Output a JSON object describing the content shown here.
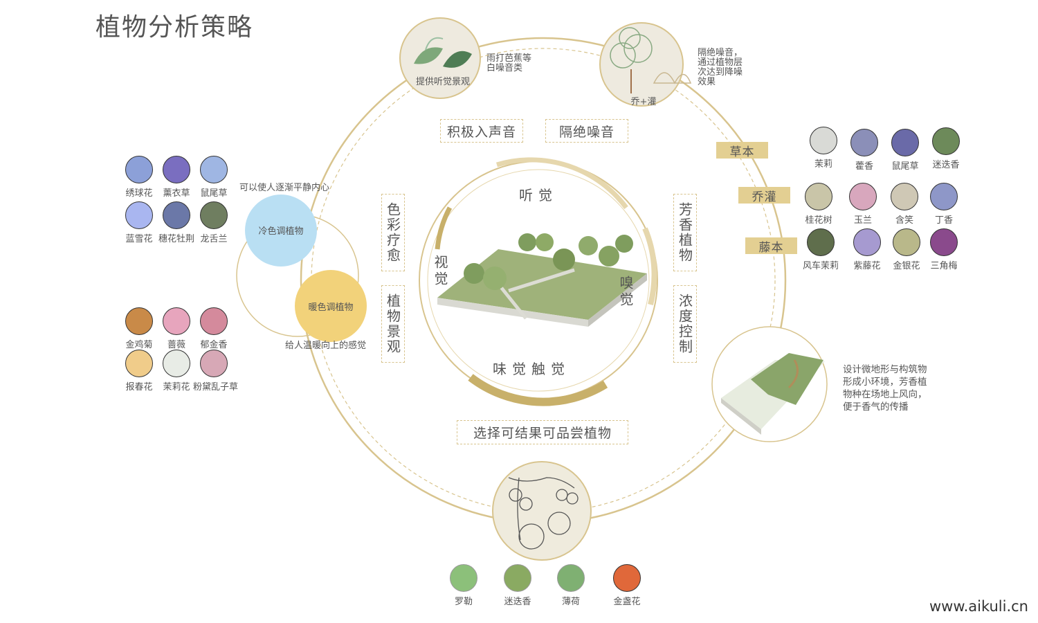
{
  "title": "植物分析策略",
  "tags": {
    "active_sound": "积极入声音",
    "block_noise": "隔绝噪音",
    "color_heal": "色彩疗愈",
    "plant_view": "植物景观",
    "aroma_plant": "芳香植物",
    "density": "浓度控制",
    "edible": "选择可结果可品尝植物"
  },
  "senses": {
    "hearing": "听觉",
    "sight": "视觉",
    "smell": "嗅觉",
    "taste_touch": "味觉触觉"
  },
  "top_left_bubble": {
    "label": "提供听觉景观",
    "note": "雨打芭蕉等\n白噪音类"
  },
  "top_right_bubble": {
    "label": "乔+灌",
    "note": "隔绝噪音，\n通过植物层\n次达到降噪\n效果"
  },
  "cool_group": {
    "label": "冷色调植物",
    "note": "可以使人逐渐平静内心",
    "color": "#b9dff3",
    "plants": [
      "绣球花",
      "薰衣草",
      "鼠尾草",
      "蓝雪花",
      "穗花牡荆",
      "龙舌兰"
    ]
  },
  "warm_group": {
    "label": "暖色调植物",
    "note": "给人温暖向上的感觉",
    "color": "#f2d27a",
    "plants": [
      "金鸡菊",
      "蔷薇",
      "郁金香",
      "报春花",
      "茉莉花",
      "粉黛乱子草"
    ]
  },
  "right_groups": [
    {
      "label": "草本",
      "plants": [
        "茉莉",
        "藿香",
        "鼠尾草",
        "迷迭香"
      ]
    },
    {
      "label": "乔灌",
      "plants": [
        "桂花树",
        "玉兰",
        "含笑",
        "丁香"
      ]
    },
    {
      "label": "藤本",
      "plants": [
        "风车茉莉",
        "紫藤花",
        "金银花",
        "三角梅"
      ]
    }
  ],
  "right_note": "设计微地形与构筑物\n形成小环境，芳香植\n物种在场地上风向，\n便于香气的传播",
  "bottom_plants": [
    "罗勒",
    "迷迭香",
    "薄荷",
    "金盏花"
  ],
  "watermark": "www.aikuli.cn",
  "colors": {
    "gold": "#d8c48e",
    "gold_dark": "#c8b06a",
    "label_fill": "#e3cf92"
  }
}
